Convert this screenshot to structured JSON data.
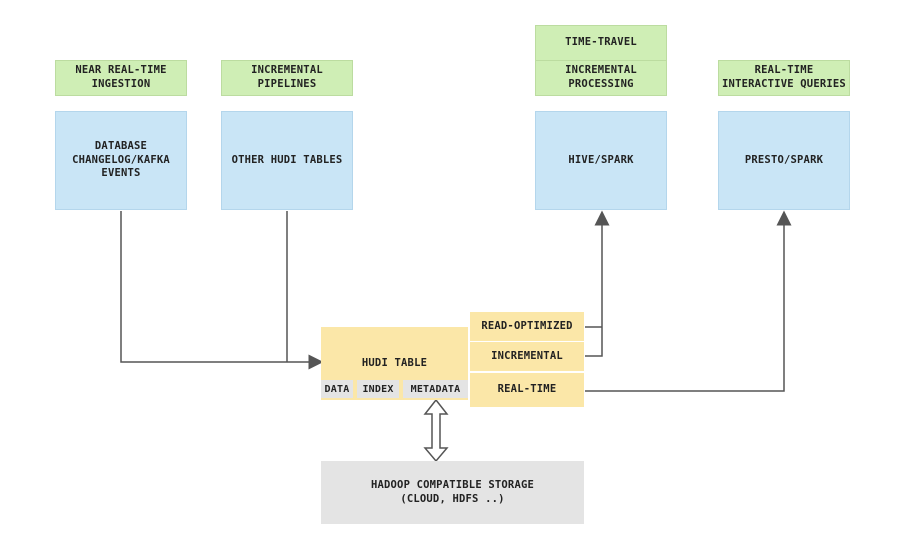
{
  "sources": {
    "near_realtime_label": "NEAR REAL-TIME INGESTION",
    "database_box": "DATABASE CHANGELOG/KAFKA EVENTS",
    "incremental_pipelines_label": "INCREMENTAL PIPELINES",
    "other_tables_box": "OTHER HUDI TABLES"
  },
  "consumers": {
    "time_travel_label": "TIME-TRAVEL",
    "incremental_processing_label": "INCREMENTAL PROCESSING",
    "hive_box": "HIVE/SPARK",
    "realtime_queries_label": "REAL-TIME INTERACTIVE QUERIES",
    "presto_box": "PRESTO/SPARK"
  },
  "hudi": {
    "title": "HUDI TABLE",
    "parts": [
      "DATA",
      "INDEX",
      "METADATA"
    ],
    "views": [
      "READ-OPTIMIZED",
      "INCREMENTAL",
      "REAL-TIME"
    ]
  },
  "storage": {
    "line1": "HADOOP COMPATIBLE STORAGE",
    "line2": "(CLOUD, HDFS ..)"
  },
  "colors": {
    "green": "#cfeeb5",
    "blue": "#c9e5f6",
    "yellow": "#fbe7a8",
    "grey": "#e4e4e4",
    "line": "#555555"
  }
}
